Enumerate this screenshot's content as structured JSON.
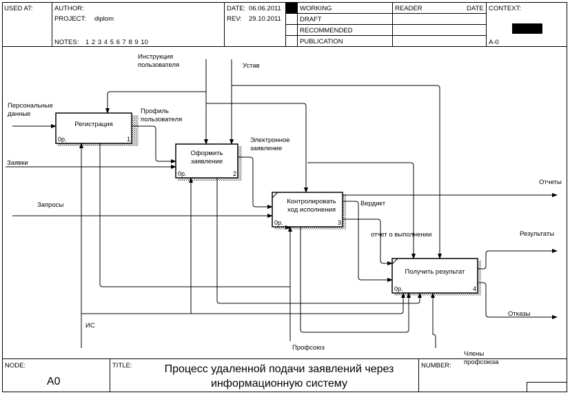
{
  "header": {
    "used_at_label": "USED AT:",
    "author_label": "AUTHOR:",
    "project_label": "PROJECT:",
    "project_value": "diplom",
    "notes_label": "NOTES:",
    "notes_values": "1  2  3  4  5  6  7  8  9  10",
    "date_label": "DATE:",
    "date_value": "06.06.2011",
    "rev_label": "REV:",
    "rev_value": "29.10.2011",
    "status": [
      "WORKING",
      "DRAFT",
      "RECOMMENDED",
      "PUBLICATION"
    ],
    "reader_label": "READER",
    "reader_date_label": "DATE",
    "context_label": "CONTEXT:",
    "context_node": "A-0"
  },
  "diagram": {
    "boxes": [
      {
        "name": "Регистрация",
        "cost": "0р.",
        "number": "1"
      },
      {
        "name": "Оформить\nзаявление",
        "cost": "0р.",
        "number": "2"
      },
      {
        "name": "Контролировать\nход исполнения",
        "cost": "0р.",
        "number": "3"
      },
      {
        "name": "Получить результат",
        "cost": "0р.",
        "number": "4"
      }
    ],
    "arrow_labels": {
      "personal_data": "Персональные\nданные",
      "instruction": "Инструкция\nпользователя",
      "charter": "Устав",
      "profile": "Профиль\nпользователя",
      "e_application": "Электронное\nзаявление",
      "requests": "Заявки",
      "queries": "Запросы",
      "reports": "Отчеты",
      "verdict": "Вердикт",
      "execution_report": "отчет о выполнении",
      "results": "Результаты",
      "refusals": "Отказы",
      "is": "ИС",
      "union": "Профсоюз",
      "union_members": "Члены\nпрофсоюза"
    }
  },
  "footer": {
    "node_label": "NODE:",
    "node_value": "A0",
    "title_label": "TITLE:",
    "title_value": "Процесс удаленной подачи заявлений через\nинформационную  систему",
    "number_label": "NUMBER:"
  }
}
